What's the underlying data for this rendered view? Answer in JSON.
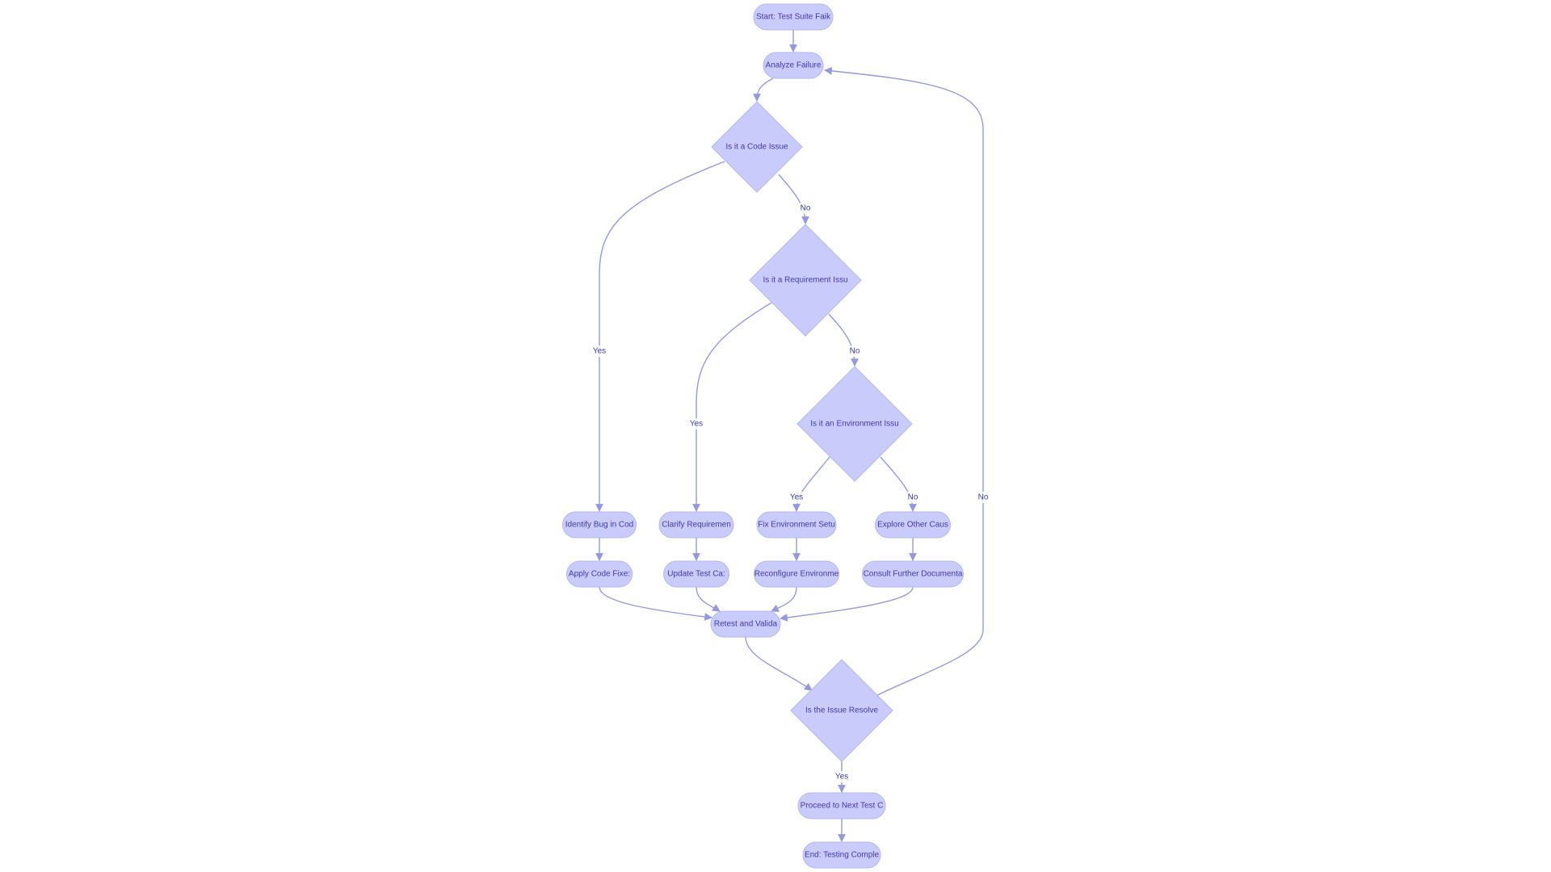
{
  "colors": {
    "node_fill": "#c9cbfb",
    "edge": "#9598e0",
    "text": "#3b3ba8",
    "background": "#ffffff"
  },
  "nodes": {
    "start": "Start: Test Suite Faik",
    "analyze": "Analyze Failure",
    "code_issue": "Is it a Code Issue",
    "req_issue": "Is it a Requirement Issu",
    "env_issue": "Is it an Environment Issu",
    "identify_bug": "Identify Bug in Cod",
    "clarify_req": "Clarify Requiremen",
    "fix_env": "Fix Environment Setu",
    "explore": "Explore Other Caus",
    "apply_fix": "Apply Code Fixe:",
    "update_test": "Update Test Ca:",
    "reconfigure": "Reconfigure Environme",
    "consult": "Consult Further Documenta",
    "retest": "Retest and Valida",
    "resolved": "Is the Issue Resolve",
    "proceed": "Proceed to Next Test C",
    "end": "End: Testing Comple"
  },
  "edge_labels": {
    "code_no": "No",
    "code_yes": "Yes",
    "req_no": "No",
    "req_yes": "Yes",
    "env_yes": "Yes",
    "env_no": "No",
    "resolved_no": "No",
    "resolved_yes": "Yes"
  }
}
